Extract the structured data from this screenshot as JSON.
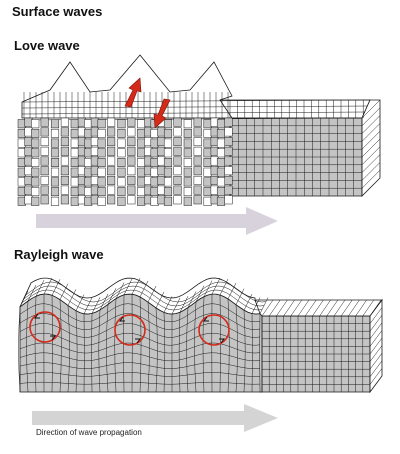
{
  "title": "Surface waves",
  "love": {
    "title": "Love wave"
  },
  "rayleigh": {
    "title": "Rayleigh wave"
  },
  "caption": "Direction of wave propagation",
  "colors": {
    "block_side": "#c4c4c4",
    "block_top": "#ffffff",
    "grid_line": "#1a1a1a",
    "love_arrow": "#d8d2dc",
    "rayleigh_arrow": "#d4d4d4",
    "motion_arrow": "#d42a1a",
    "circle": "#d42a1a"
  },
  "icons": [
    "red-motion-arrow-up",
    "red-motion-arrow-down",
    "particle-motion-circle"
  ]
}
